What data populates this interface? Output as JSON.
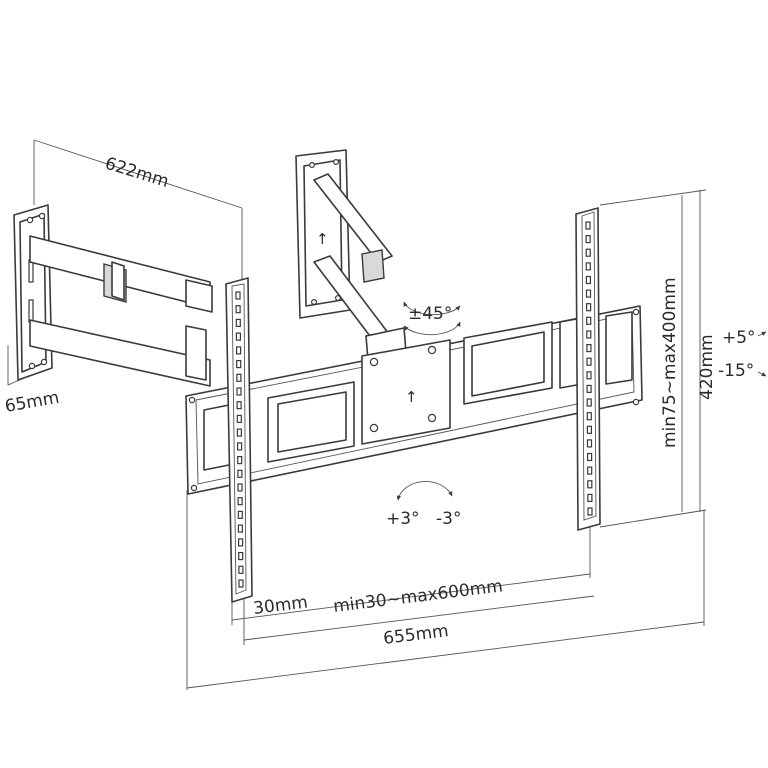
{
  "diagram": {
    "labels": {
      "arm_extension": "622mm",
      "wall_depth": "65mm",
      "vesa_vertical": "min75~max400mm",
      "height": "420mm",
      "tilt_up": "+5°",
      "tilt_down": "-15°",
      "swivel": "±45°",
      "level_plus": "+3°",
      "level_minus": "-3°",
      "bracket_width": "30mm",
      "vesa_horizontal": "min30~max600mm",
      "total_width": "655mm"
    }
  }
}
